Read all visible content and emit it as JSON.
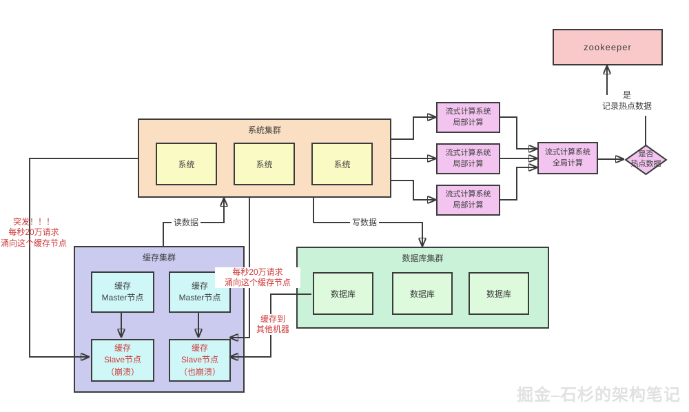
{
  "colors": {
    "line": "#3b3b3b",
    "red_text": "#ce3a3a",
    "system_cluster_bg": "#fbdfc3",
    "system_node_bg": "#fafac5",
    "stream_bg": "#f3c4ef",
    "zookeeper_bg": "#f9c9ca",
    "cache_cluster_bg": "#cbcbf0",
    "cache_node_bg": "#cff7f7",
    "db_cluster_bg": "#c9f2d9",
    "db_node_bg": "#ddfadd",
    "watermark": "#e1e1e1"
  },
  "zookeeper": {
    "label": "zookeeper"
  },
  "yes_note": "是\n记录热点数据",
  "decision": "是否\n热点数据",
  "global_compute": "流式计算系统\n全局计算",
  "local_compute": "流式计算系统\n局部计算",
  "system_cluster": {
    "title": "系统集群",
    "node": "系统"
  },
  "cache_cluster": {
    "title": "缓存集群",
    "master": "缓存\nMaster节点",
    "slave_crashed": "缓存\nSlave节点\n（崩溃）",
    "slave_also_crashed": "缓存\nSlave节点\n（也崩溃）"
  },
  "db_cluster": {
    "title": "数据库集群",
    "node": "数据库"
  },
  "edge_labels": {
    "read": "读数据",
    "write": "写数据"
  },
  "annotations": {
    "burst": "突发！！！\n每秒20万请求\n涌向这个缓存节点",
    "requests": "每秒20万请求\n涌向这个缓存节点",
    "cache_to_other": "缓存到\n其他机器"
  },
  "watermark": "掘金–石杉的架构笔记"
}
